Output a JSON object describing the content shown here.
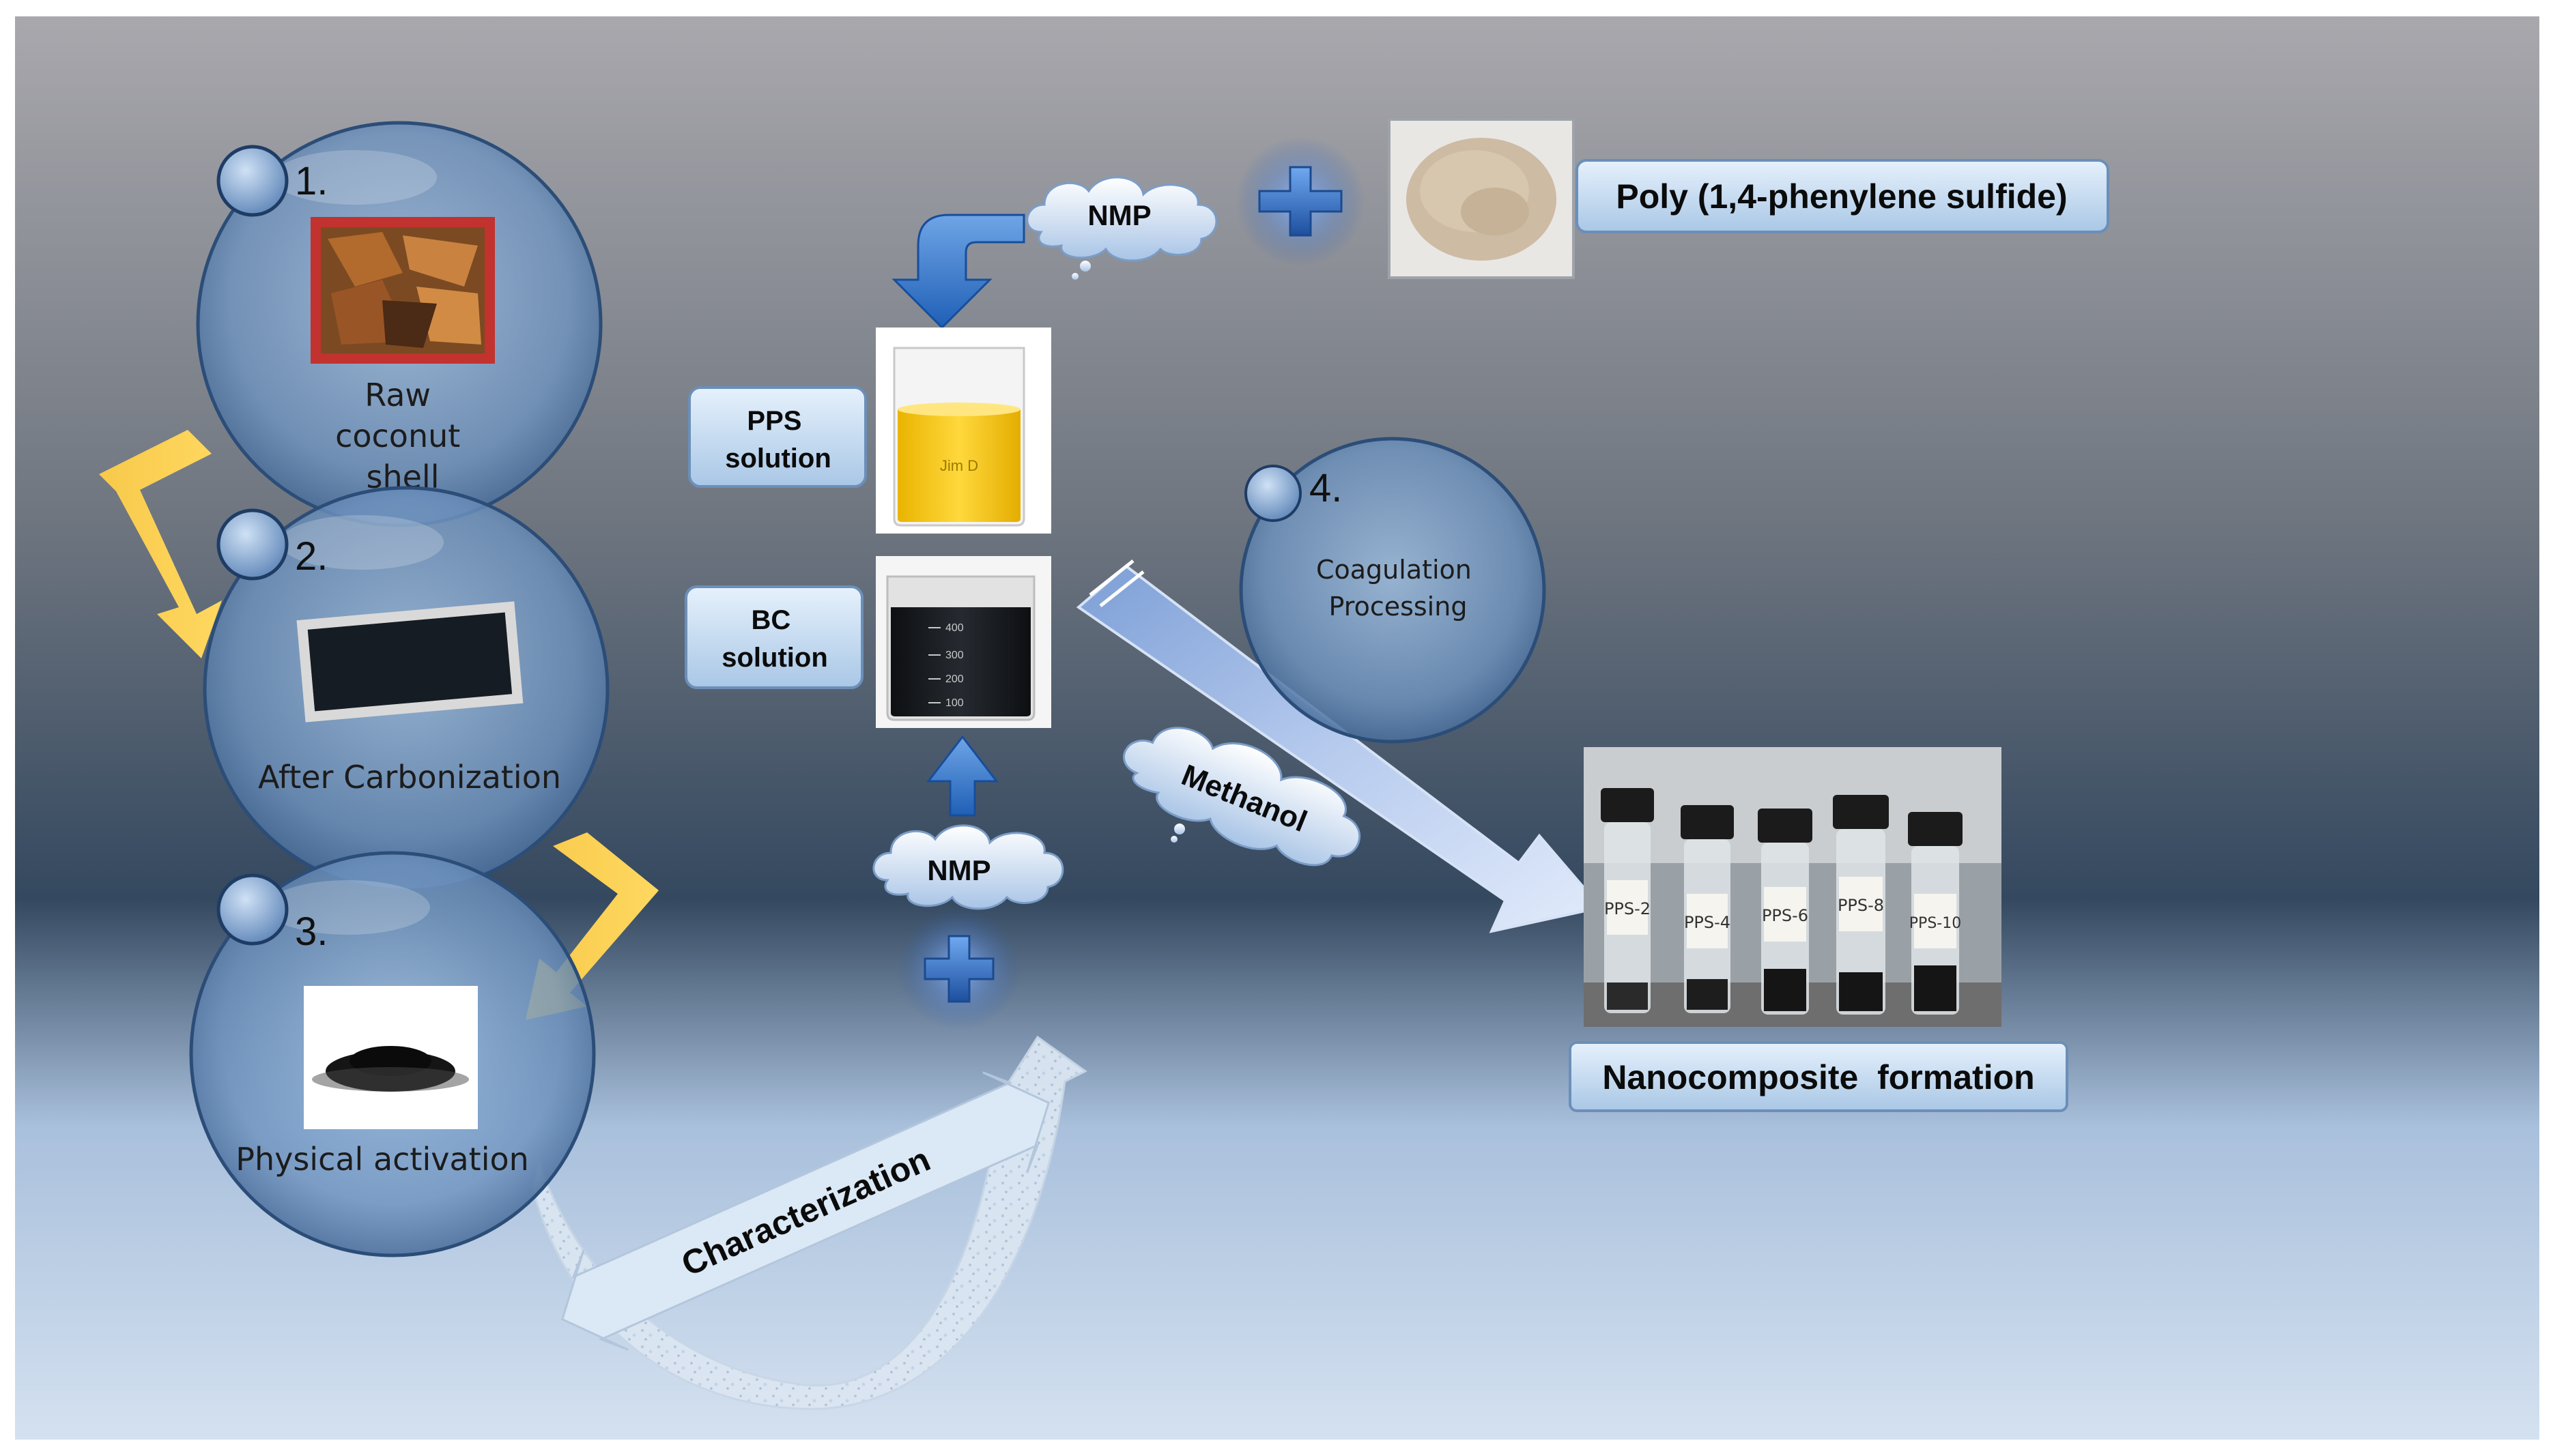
{
  "steps": [
    {
      "number": "1.",
      "label_lines": [
        "Raw",
        "coconut",
        "shell"
      ]
    },
    {
      "number": "2.",
      "label_lines": [
        "After Carbonization"
      ]
    },
    {
      "number": "3.",
      "label_lines": [
        "Physical activation"
      ]
    },
    {
      "number": "4.",
      "label_lines": [
        "Coagulation",
        "Processing"
      ]
    }
  ],
  "labels": {
    "nmp_top": "NMP",
    "nmp_bottom": "NMP",
    "polymer": "Poly (1,4-phenylene sulfide)",
    "pps_solution": [
      "PPS",
      "solution"
    ],
    "bc_solution": [
      "BC",
      "solution"
    ],
    "methanol": "Methanol",
    "characterization": "Characterization",
    "nanocomposite": "Nanocomposite  formation"
  },
  "vial_labels": [
    "PPS-2",
    "PPS-4",
    "PPS-6",
    "PPS-8",
    "PPS-10"
  ],
  "beaker_marks": [
    "400",
    "300",
    "200",
    "100"
  ],
  "beaker_brand": "Jim D"
}
